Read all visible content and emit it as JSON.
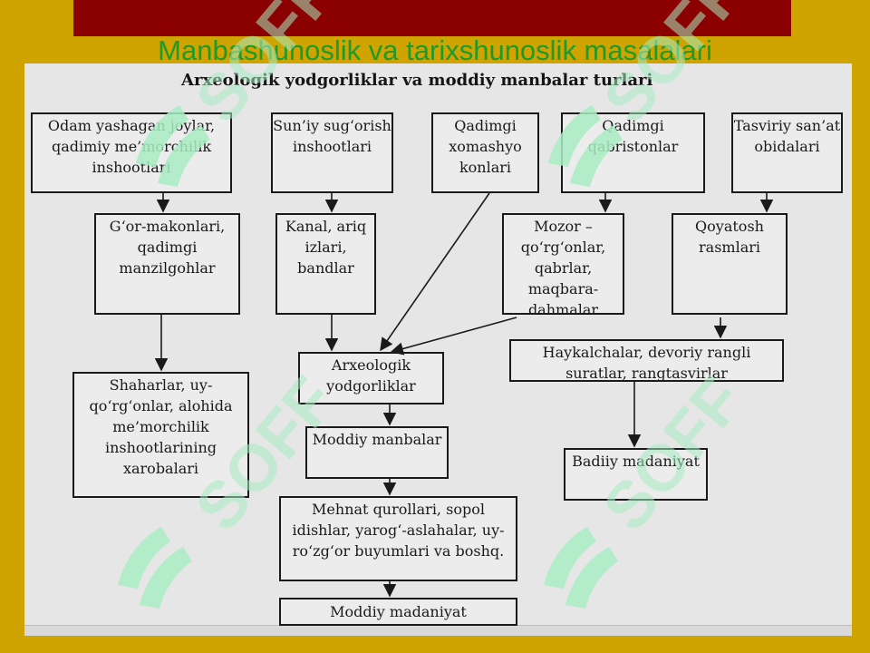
{
  "slide": {
    "title": "Manbashunoslik va tarixshunoslik masalalari"
  },
  "diagram": {
    "title": "Arxeologik yodgorliklar va moddiy manbalar turlari",
    "nodes": {
      "odam_yashagan": "Odam yashagan joylar, qadimiy me’morchilik inshootlari",
      "suniy_sugorish": "Sun’iy sug‘orish inshootlari",
      "xomashyo": "Qadimgi xomashyo konlari",
      "qabristonlar": "Qadimgi qabristonlar",
      "tasviriy": "Tasviriy san’at obidalari",
      "gor_makonlari": "G‘or-makonlari, qadimgi manzilgohlar",
      "kanal": "Kanal, ariq izlari, bandlar",
      "mozor": "Mozor – qo‘rg‘onlar, qabrlar, maqbara-dahmalar",
      "qoyatosh": "Qoyatosh rasmlari",
      "shaharlar": "Shaharlar, uy-qo‘rg‘onlar, alohida me’morchilik inshootlarining xarobalari",
      "arxeologik": "Arxeologik yodgorliklar",
      "haykalchalar": "Haykalchalar, devoriy rangli suratlar, rangtasvirlar",
      "moddiy_manbalar": "Moddiy manbalar",
      "badiiy": "Badiiy madaniyat",
      "mehnat": "Mehnat qurollari, sopol idishlar, yarog‘-aslahalar, uy-ro‘zg‘or buyumlari va boshq.",
      "moddiy_madaniyat": "Moddiy madaniyat"
    }
  },
  "watermark": {
    "text": "SOFF"
  }
}
